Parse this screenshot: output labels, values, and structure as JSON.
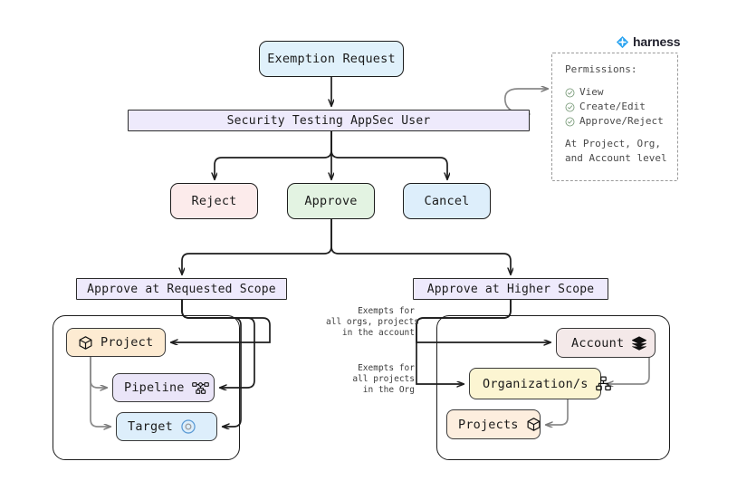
{
  "brand": {
    "name": "harness",
    "logo_icon": "harness-diamond-icon",
    "color": "#29a3f0"
  },
  "flow": {
    "root": {
      "label": "Exemption Request",
      "color": "#e0f1fb"
    },
    "actor": {
      "label": "Security Testing AppSec User",
      "color": "#eeeafc"
    },
    "actions": [
      {
        "id": "reject",
        "label": "Reject",
        "color": "#fcebeb"
      },
      {
        "id": "approve",
        "label": "Approve",
        "color": "#e3f3e2"
      },
      {
        "id": "cancel",
        "label": "Cancel",
        "color": "#ddeefb"
      }
    ],
    "scopes": [
      {
        "id": "requested",
        "label": "Approve at Requested Scope",
        "color": "#eeeafc"
      },
      {
        "id": "higher",
        "label": "Approve at Higher Scope",
        "color": "#eeeafc"
      }
    ]
  },
  "requested_scope": {
    "nodes": [
      {
        "id": "project",
        "label": "Project",
        "icon": "cube-icon",
        "icon_side": "left",
        "color": "#fdebd2"
      },
      {
        "id": "pipeline",
        "label": "Pipeline",
        "icon": "pipeline-icon",
        "icon_side": "right",
        "color": "#eae5f8"
      },
      {
        "id": "target",
        "label": "Target",
        "icon": "target-icon",
        "icon_side": "right",
        "color": "#ddeefb"
      }
    ]
  },
  "higher_scope": {
    "nodes": [
      {
        "id": "account",
        "label": "Account",
        "icon": "layers-icon",
        "icon_side": "right",
        "color": "#f4e9e9"
      },
      {
        "id": "organizations",
        "label": "Organization/s",
        "icon": "org-chart-icon",
        "icon_side": "right",
        "color": "#fcf5d2"
      },
      {
        "id": "projects",
        "label": "Projects",
        "icon": "cube-icon",
        "icon_side": "right",
        "color": "#fdeede"
      }
    ],
    "edge_labels": [
      {
        "id": "account-exempt",
        "text": "Exempts for\nall orgs, projects\nin the account"
      },
      {
        "id": "org-exempt",
        "text": "Exempts for\nall projects\nin the Org"
      }
    ]
  },
  "permissions": {
    "title": "Permissions:",
    "items": [
      {
        "label": "View",
        "icon": "check-circle-icon"
      },
      {
        "label": "Create/Edit",
        "icon": "check-circle-icon"
      },
      {
        "label": "Approve/Reject",
        "icon": "check-circle-icon"
      }
    ],
    "footer_line1": "At Project, Org,",
    "footer_line2": "and Account level"
  }
}
